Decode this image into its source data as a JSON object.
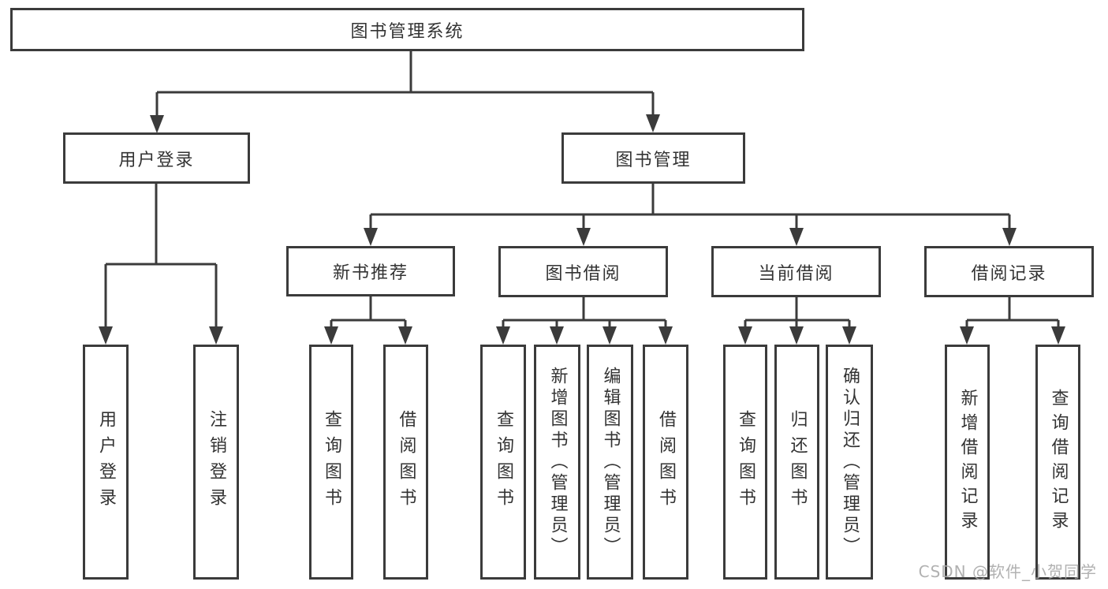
{
  "diagram": {
    "root": {
      "label": "图书管理系统"
    },
    "l1": [
      {
        "label": "用户登录",
        "children": [
          {
            "label": "用户登录"
          },
          {
            "label": "注销登录"
          }
        ]
      },
      {
        "label": "图书管理",
        "children": [
          {
            "label": "新书推荐",
            "children": [
              {
                "label": "查询图书"
              },
              {
                "label": "借阅图书"
              }
            ]
          },
          {
            "label": "图书借阅",
            "children": [
              {
                "label": "查询图书"
              },
              {
                "label": "新增图书（管理员）"
              },
              {
                "label": "编辑图书（管理员）"
              },
              {
                "label": "借阅图书"
              }
            ]
          },
          {
            "label": "当前借阅",
            "children": [
              {
                "label": "查询图书"
              },
              {
                "label": "归还图书"
              },
              {
                "label": "确认归还（管理员）"
              }
            ]
          },
          {
            "label": "借阅记录",
            "children": [
              {
                "label": "新增借阅记录"
              },
              {
                "label": "查询借阅记录"
              }
            ]
          }
        ]
      }
    ],
    "watermark": "CSDN @软件_小贺同学",
    "colors": {
      "line": "#3b3b3b",
      "text": "#333333",
      "watermark": "#a8a8a8",
      "background": "#ffffff"
    }
  }
}
